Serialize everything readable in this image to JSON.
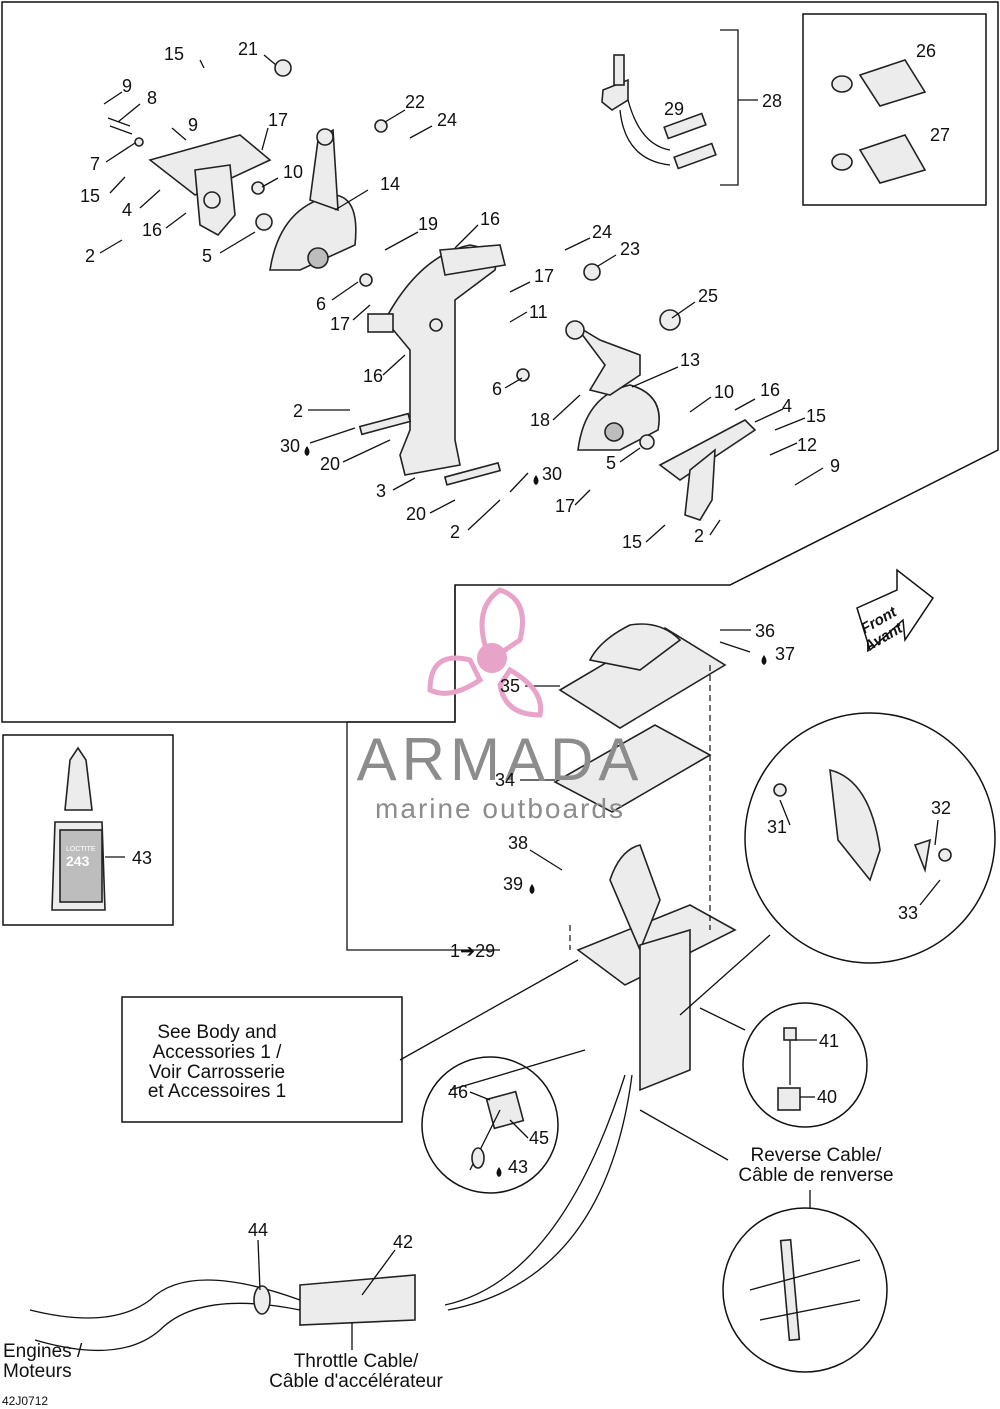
{
  "part_labels": [
    {
      "id": "p15a",
      "text": "15"
    },
    {
      "id": "p21",
      "text": "21"
    },
    {
      "id": "p9a",
      "text": "9"
    },
    {
      "id": "p8",
      "text": "8"
    },
    {
      "id": "p9b",
      "text": "9"
    },
    {
      "id": "p7",
      "text": "7"
    },
    {
      "id": "p17a",
      "text": "17"
    },
    {
      "id": "p22",
      "text": "22"
    },
    {
      "id": "p24a",
      "text": "24"
    },
    {
      "id": "p10a",
      "text": "10"
    },
    {
      "id": "p15b",
      "text": "15"
    },
    {
      "id": "p14",
      "text": "14"
    },
    {
      "id": "p4a",
      "text": "4"
    },
    {
      "id": "p16a",
      "text": "16"
    },
    {
      "id": "p19",
      "text": "19"
    },
    {
      "id": "p16b",
      "text": "16"
    },
    {
      "id": "p2a",
      "text": "2"
    },
    {
      "id": "p5a",
      "text": "5"
    },
    {
      "id": "p24b",
      "text": "24"
    },
    {
      "id": "p23",
      "text": "23"
    },
    {
      "id": "p17b",
      "text": "17"
    },
    {
      "id": "p6a",
      "text": "6"
    },
    {
      "id": "p11",
      "text": "11"
    },
    {
      "id": "p17c",
      "text": "17"
    },
    {
      "id": "p25",
      "text": "25"
    },
    {
      "id": "p13",
      "text": "13"
    },
    {
      "id": "p16c",
      "text": "16"
    },
    {
      "id": "p6b",
      "text": "6"
    },
    {
      "id": "p10b",
      "text": "10"
    },
    {
      "id": "p16d",
      "text": "16"
    },
    {
      "id": "p4b",
      "text": "4"
    },
    {
      "id": "p15c",
      "text": "15"
    },
    {
      "id": "p2b",
      "text": "2"
    },
    {
      "id": "p18",
      "text": "18"
    },
    {
      "id": "p30a",
      "text": "30"
    },
    {
      "id": "p12",
      "text": "12"
    },
    {
      "id": "p20a",
      "text": "20"
    },
    {
      "id": "p5b",
      "text": "5"
    },
    {
      "id": "p9c",
      "text": "9"
    },
    {
      "id": "p30b",
      "text": "30"
    },
    {
      "id": "p3",
      "text": "3"
    },
    {
      "id": "p17d",
      "text": "17"
    },
    {
      "id": "p20b",
      "text": "20"
    },
    {
      "id": "p2c",
      "text": "2"
    },
    {
      "id": "p2d",
      "text": "2"
    },
    {
      "id": "p15d",
      "text": "15"
    },
    {
      "id": "p26",
      "text": "26"
    },
    {
      "id": "p27",
      "text": "27"
    },
    {
      "id": "p28",
      "text": "28"
    },
    {
      "id": "p29",
      "text": "29"
    },
    {
      "id": "p36",
      "text": "36"
    },
    {
      "id": "p37",
      "text": "37"
    },
    {
      "id": "p35",
      "text": "35"
    },
    {
      "id": "p34",
      "text": "34"
    },
    {
      "id": "p31",
      "text": "31"
    },
    {
      "id": "p32",
      "text": "32"
    },
    {
      "id": "p33",
      "text": "33"
    },
    {
      "id": "p38",
      "text": "38"
    },
    {
      "id": "p39",
      "text": "39"
    },
    {
      "id": "p43a",
      "text": "43"
    },
    {
      "id": "p41",
      "text": "41"
    },
    {
      "id": "p40",
      "text": "40"
    },
    {
      "id": "p46",
      "text": "46"
    },
    {
      "id": "p45",
      "text": "45"
    },
    {
      "id": "p43b",
      "text": "43"
    },
    {
      "id": "p44",
      "text": "44"
    },
    {
      "id": "p42",
      "text": "42"
    }
  ],
  "range_label": "1➔29",
  "front_arrow": {
    "line1": "Front",
    "line2": "Avant"
  },
  "see_note": [
    "See Body and",
    "Accessories 1 /",
    "Voir Carrosserie",
    "et Accessoires 1"
  ],
  "reverse_cable": [
    "Reverse Cable/",
    "Câble de renverse"
  ],
  "throttle_cable": [
    "Throttle Cable/",
    "Câble d'accélérateur"
  ],
  "engines": [
    "Engines /",
    "Moteurs"
  ],
  "figure_code": "42J0712",
  "watermark": {
    "title": "ARMADA",
    "subtitle": "marine outboards"
  },
  "loctite": {
    "brand": "LOCTITE",
    "number": "243"
  },
  "colors": {
    "line": "#111111",
    "watermark_text": "#8c8c8c",
    "watermark_logo": "#e8a3c9"
  }
}
